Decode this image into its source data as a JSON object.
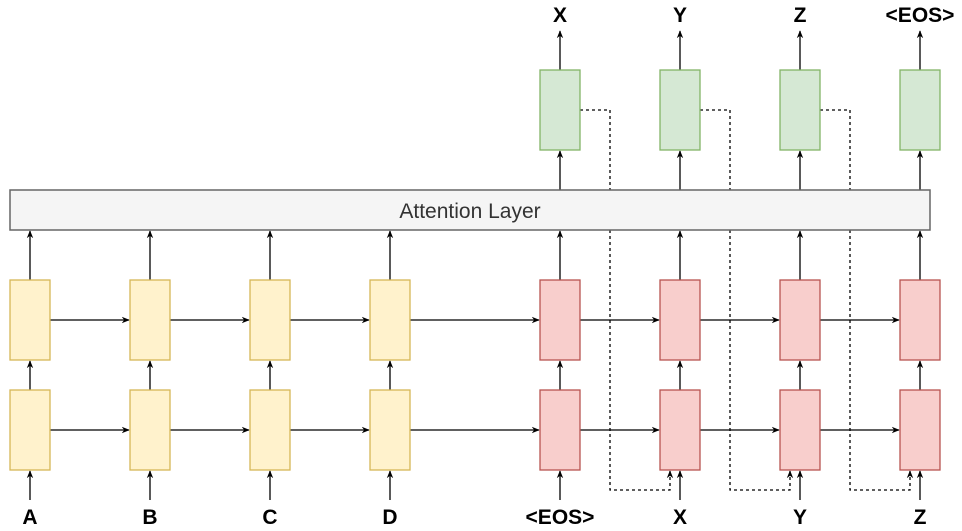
{
  "attention_layer": {
    "label": "Attention Layer",
    "fill": "#f5f5f5",
    "stroke": "#666666"
  },
  "colors": {
    "encoder_fill": "#fff2cc",
    "encoder_stroke": "#d6b656",
    "decoder_fill": "#f8cecc",
    "decoder_stroke": "#b85450",
    "output_fill": "#d5e8d4",
    "output_stroke": "#82b366"
  },
  "encoder": {
    "inputs": [
      "A",
      "B",
      "C",
      "D"
    ],
    "layers": 2
  },
  "decoder": {
    "inputs": [
      "<EOS>",
      "X",
      "Y",
      "Z"
    ],
    "outputs": [
      "X",
      "Y",
      "Z",
      "<EOS>"
    ],
    "layers": 2,
    "feedback": [
      {
        "from_output": 0,
        "to_input": 1
      },
      {
        "from_output": 1,
        "to_input": 2
      },
      {
        "from_output": 2,
        "to_input": 3
      }
    ]
  }
}
